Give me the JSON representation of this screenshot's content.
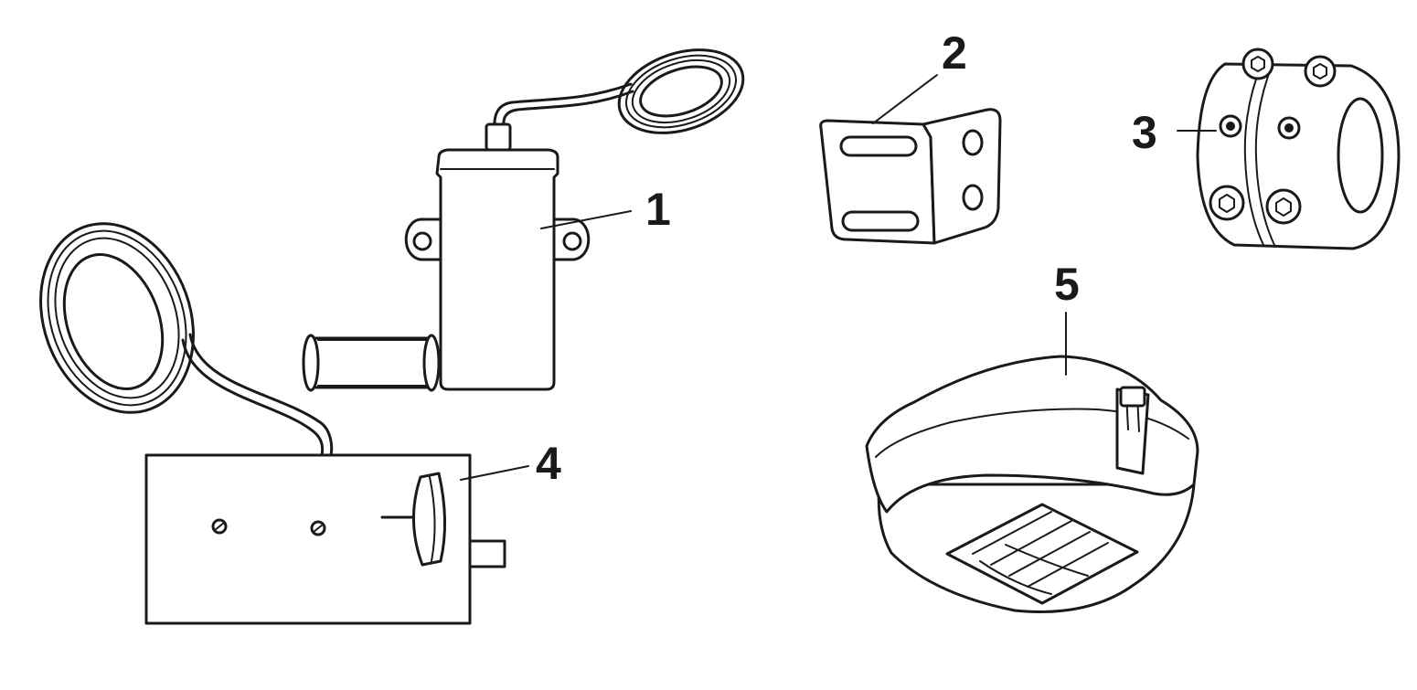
{
  "diagram": {
    "parts": [
      {
        "id": "part-1",
        "number": "1"
      },
      {
        "id": "part-2",
        "number": "2"
      },
      {
        "id": "part-3",
        "number": "3"
      },
      {
        "id": "part-4",
        "number": "4"
      },
      {
        "id": "part-5",
        "number": "5"
      }
    ],
    "colors": {
      "ink": "#1a1a1a",
      "background": "#ffffff"
    }
  }
}
